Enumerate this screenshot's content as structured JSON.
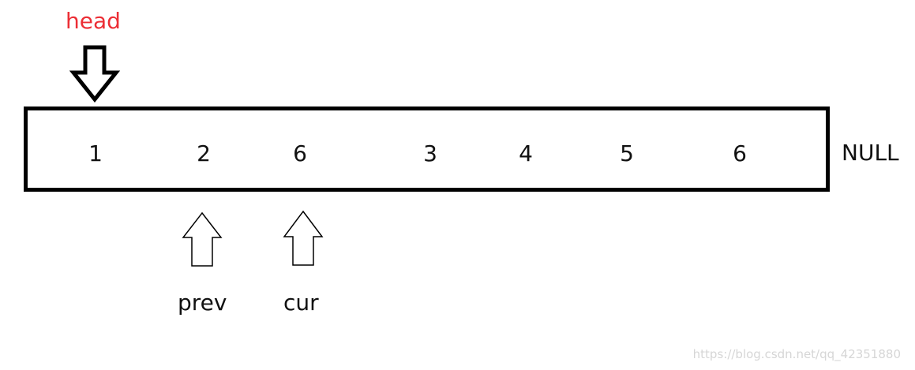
{
  "head_label": "head",
  "null_label": "NULL",
  "nodes": [
    "1",
    "2",
    "6",
    "3",
    "4",
    "5",
    "6"
  ],
  "pointers": {
    "prev": "prev",
    "cur": "cur"
  },
  "watermark": "https://blog.csdn.net/qq_42351880",
  "colors": {
    "head": "#ec2e35",
    "stroke": "#000000",
    "watermark": "#d6d6d6"
  }
}
